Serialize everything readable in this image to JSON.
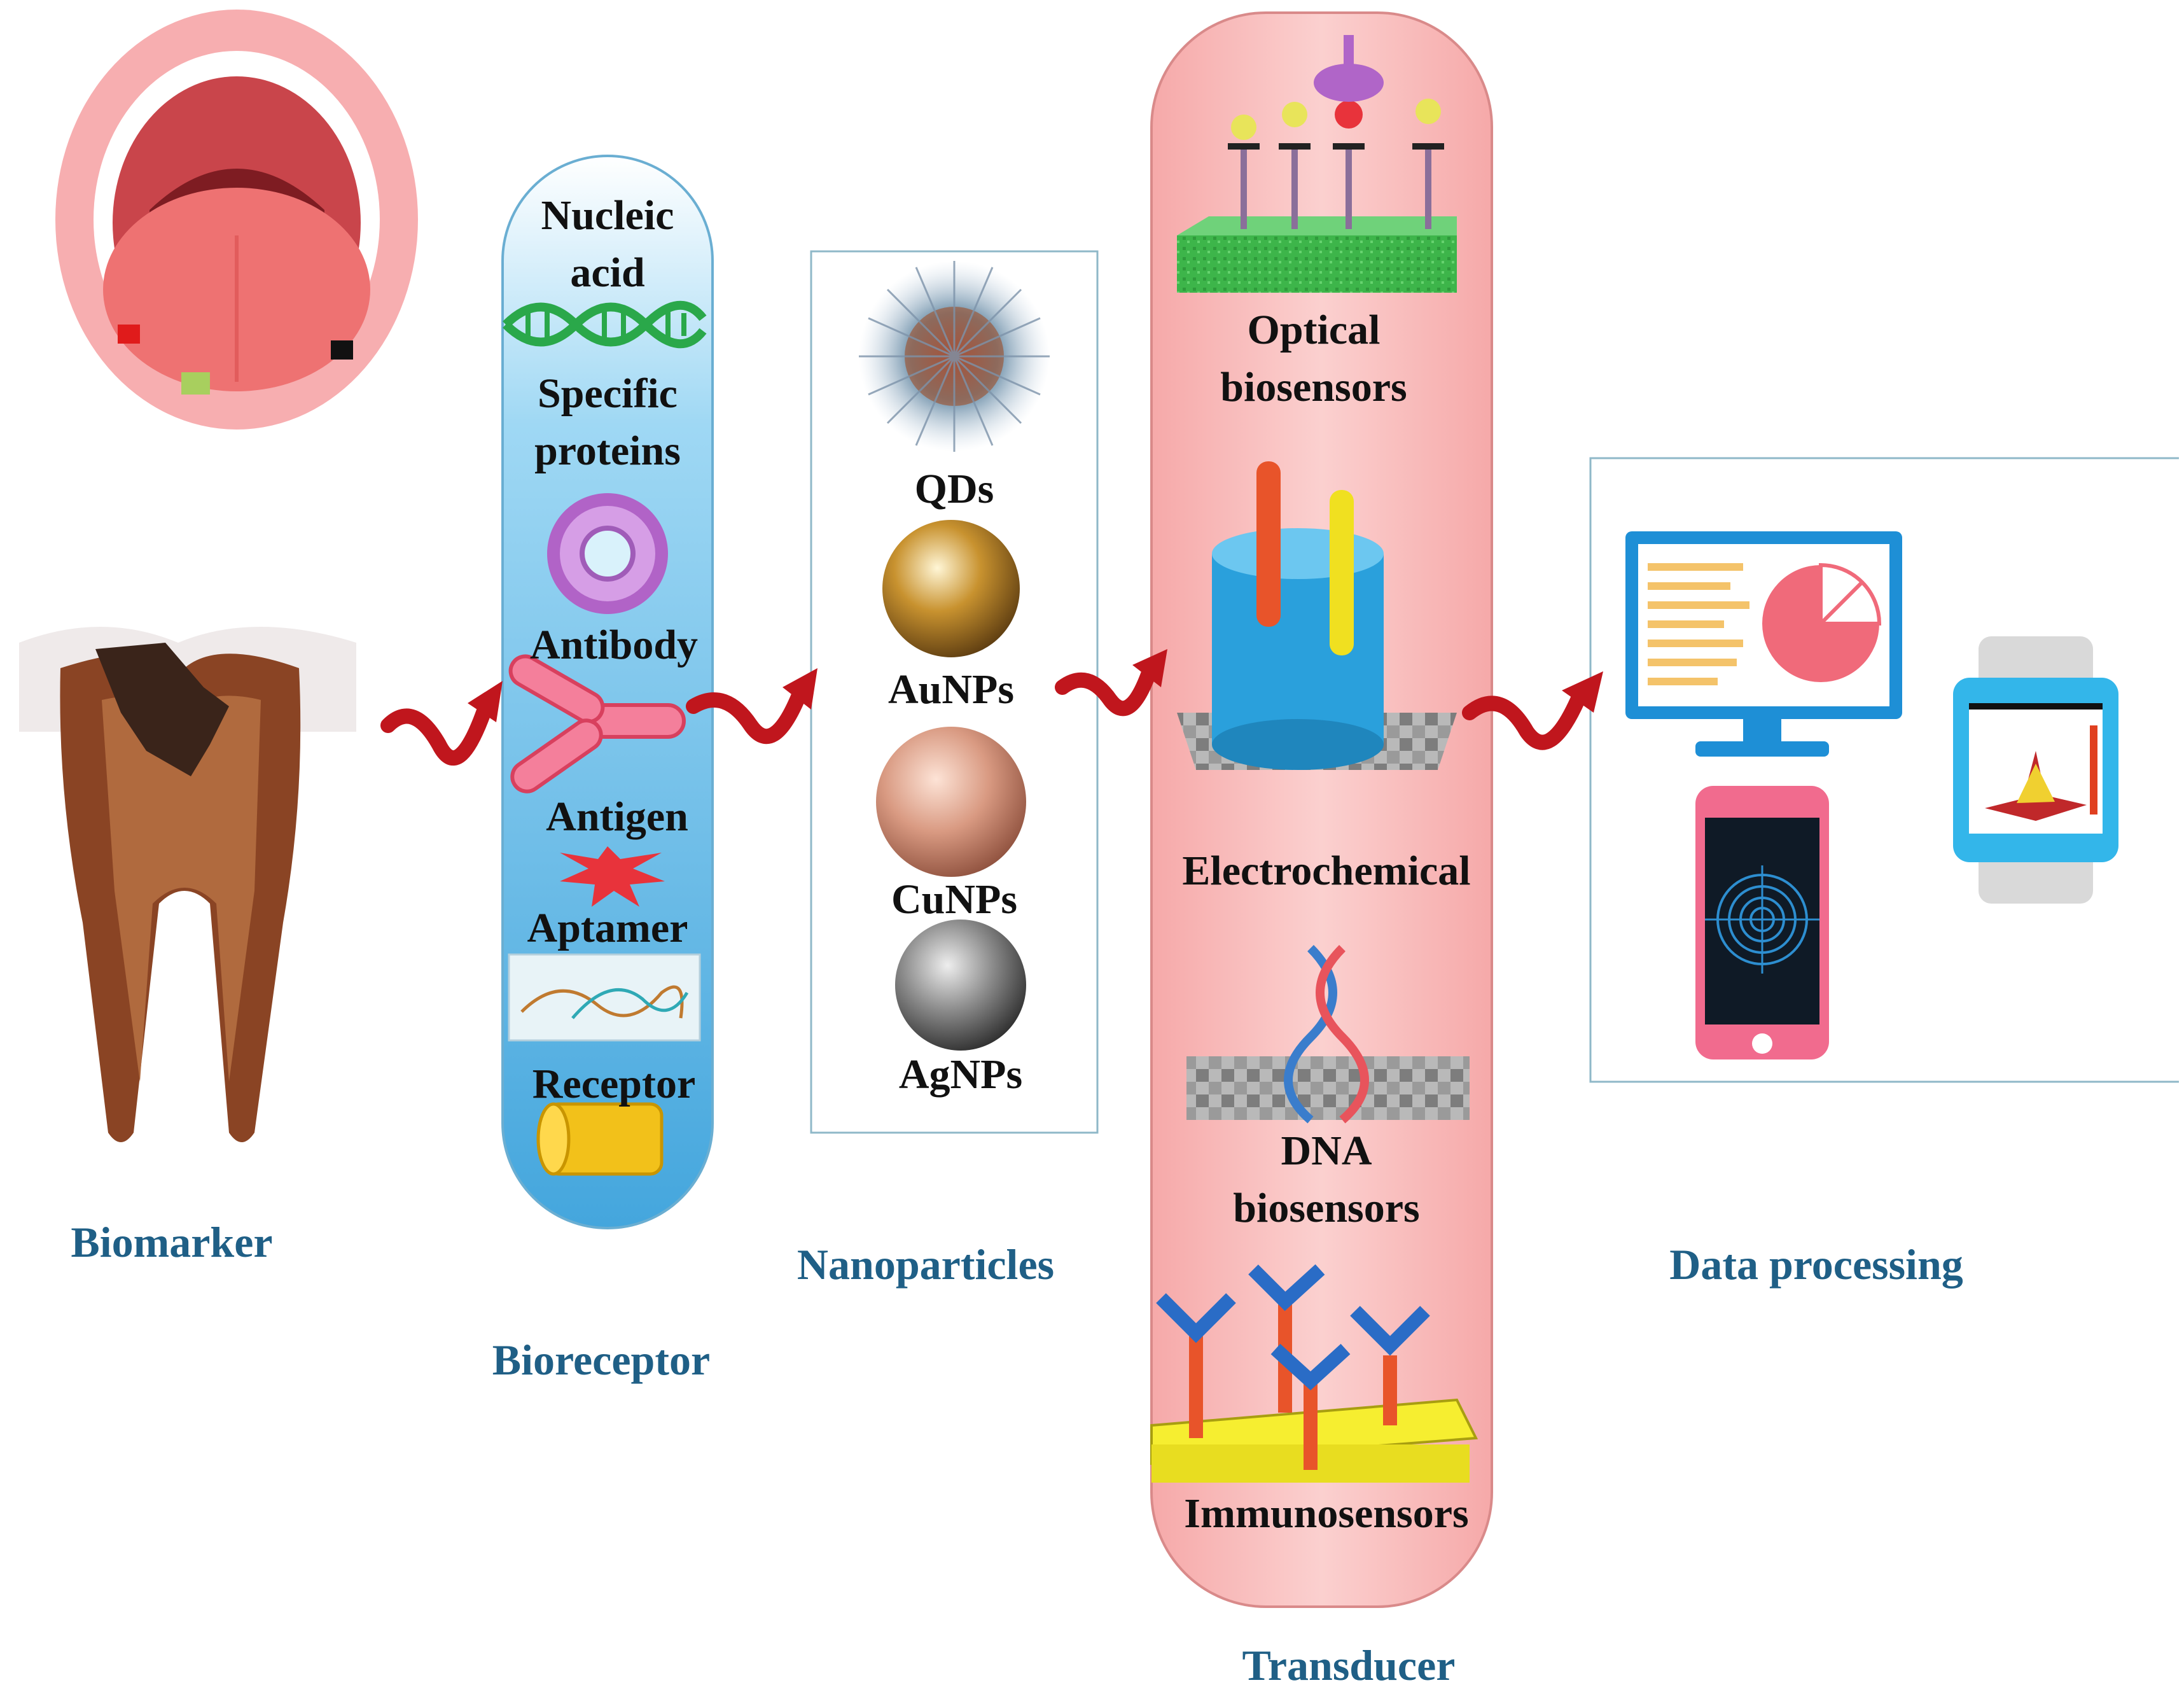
{
  "colors": {
    "caption": "#1f5f86",
    "bioreceptor_capsule": "#7cc7ec",
    "transducer_capsule": "#f7b9b9",
    "arrow": "#c0161d",
    "frame": "#8fb8c8"
  },
  "captions": {
    "biomarker": "Biomarker",
    "bioreceptor": "Bioreceptor",
    "nanoparticles": "Nanoparticles",
    "transducer": "Transducer",
    "data_processing": "Data processing"
  },
  "bioreceptor": {
    "nucleic_line1": "Nucleic",
    "nucleic_line2": "acid",
    "proteins_line1": "Specific",
    "proteins_line2": "proteins",
    "antibody": "Antibody",
    "antigen": "Antigen",
    "aptamer": "Aptamer",
    "receptor": "Receptor"
  },
  "nanoparticles": {
    "qds": "QDs",
    "aunps": "AuNPs",
    "cunps": "CuNPs",
    "agnps": "AgNPs"
  },
  "transducer": {
    "optical_line1": "Optical",
    "optical_line2": "biosensors",
    "electrochemical": "Electrochemical",
    "dna_line1": "DNA",
    "dna_line2": "biosensors",
    "immunosensors": "Immunosensors"
  },
  "icons": [
    "open-mouth-icon",
    "decayed-tooth-icon",
    "dna-helix-icon",
    "protein-icon",
    "antibody-icon",
    "antigen-icon",
    "aptamer-icon",
    "receptor-icon",
    "quantum-dot-icon",
    "gold-sphere-icon",
    "copper-sphere-icon",
    "silver-sphere-icon",
    "optical-sensor-icon",
    "electrode-icon",
    "dna-chip-icon",
    "immuno-chip-icon",
    "monitor-icon",
    "pie-chart-icon",
    "smartphone-icon",
    "smartwatch-icon"
  ]
}
